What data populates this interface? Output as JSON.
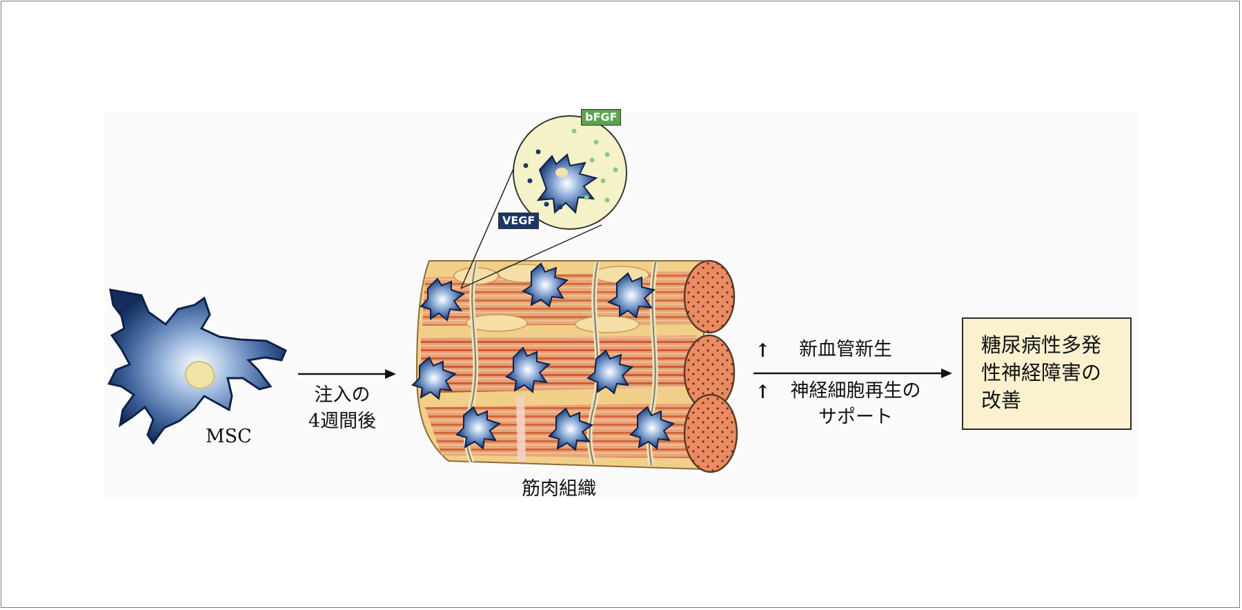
{
  "labels": {
    "msc": "MSC",
    "injection_line1": "注入の",
    "injection_line2": "4週間後",
    "muscle_tissue": "筋肉組織",
    "bfgf": "bFGF",
    "vegf": "VEGF",
    "effect1_arrow": "↑",
    "effect1": "新血管新生",
    "effect2_arrow": "↑",
    "effect2_line1": "神経細胞再生の",
    "effect2_line2": "サポート",
    "result_line1": "糖尿病性多発",
    "result_line2": "性神経障害の",
    "result_line3": "改善"
  },
  "colors": {
    "cell_dark": "#16305e",
    "cell_mid": "#4d72a8",
    "nucleus": "#eadfa6",
    "muscle_orange": "#e9a070",
    "muscle_red": "#c8502a",
    "fat_yellow": "#f4d88a",
    "bfgf_tag": "#5aa54a",
    "vegf_tag": "#1b3566",
    "result_box_bg": "#fbf1cf"
  }
}
